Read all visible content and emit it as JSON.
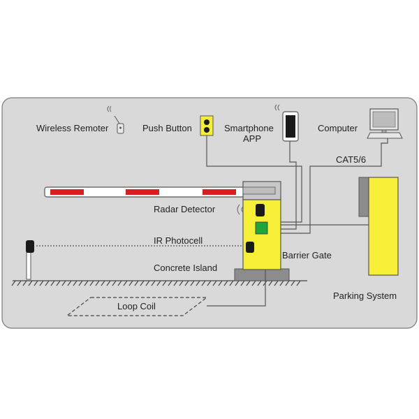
{
  "labels": {
    "wireless_remoter": "Wireless Remoter",
    "push_button": "Push Button",
    "smartphone": "Smartphone",
    "app": "APP",
    "computer": "Computer",
    "cat": "CAT5/6",
    "radar_detector": "Radar Detector",
    "ir_photocell": "IR Photocell",
    "barrier_gate": "Barrier Gate",
    "concrete_island": "Concrete Island",
    "loop_coil": "Loop Coil",
    "parking_system": "Parking System"
  },
  "colors": {
    "panel": "#d9d9d9",
    "yellow": "#f7ef37",
    "red": "#d81e1e",
    "green": "#1ea53c",
    "dark": "#1a1a1a"
  }
}
